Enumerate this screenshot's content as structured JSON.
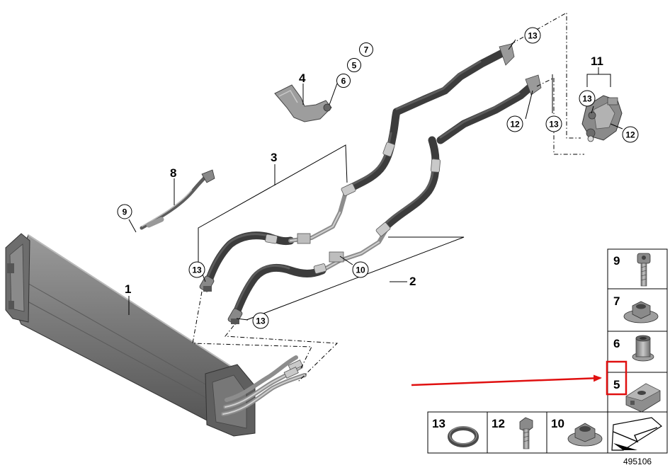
{
  "callouts": {
    "c1": "1",
    "c2": "2",
    "c3": "3",
    "c4": "4",
    "c5": "5",
    "c6": "6",
    "c7": "7",
    "c8": "8",
    "c9": "9",
    "c10": "10",
    "c11": "11",
    "c12": "12",
    "c13": "13"
  },
  "legend": {
    "cells": [
      {
        "label": "9"
      },
      {
        "label": "7"
      },
      {
        "label": "6"
      },
      {
        "label": "5"
      },
      {
        "label": "13"
      },
      {
        "label": "12"
      },
      {
        "label": "10"
      }
    ]
  },
  "diagram_number": "495106",
  "colors": {
    "highlight": "#e01010",
    "parts": "#4a4a4a"
  }
}
